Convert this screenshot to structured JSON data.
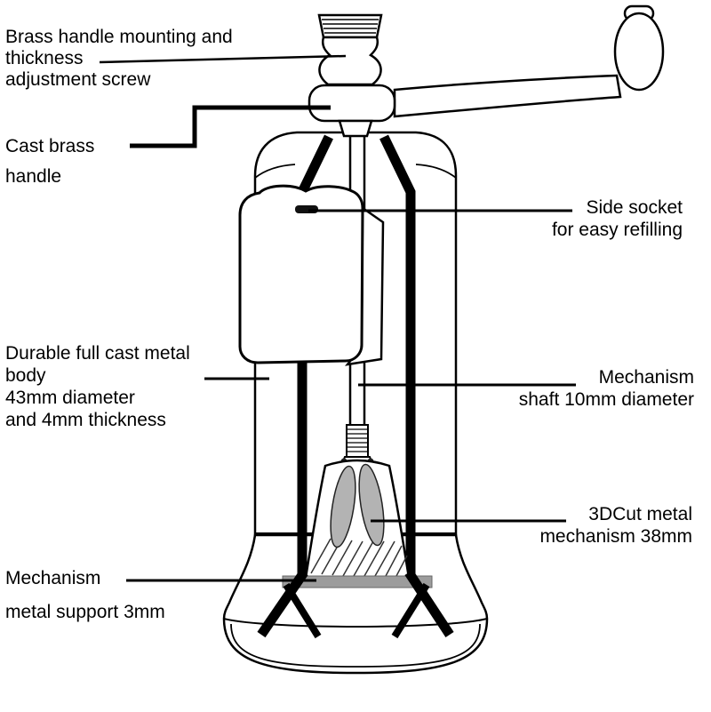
{
  "colors": {
    "ink": "#000000",
    "paper": "#ffffff",
    "burr": "#b3b3b3",
    "support": "#9c9c9c"
  },
  "labels": {
    "adjustment_screw": {
      "lines": [
        "Brass handle mounting and",
        "thickness",
        "adjustment screw"
      ]
    },
    "cast_handle": {
      "lines": [
        "Cast brass",
        "handle"
      ]
    },
    "side_socket": {
      "lines": [
        "Side socket",
        "for easy refilling"
      ]
    },
    "metal_body": {
      "lines": [
        "Durable full cast metal",
        "body",
        "43mm diameter",
        "and 4mm thickness"
      ]
    },
    "shaft": {
      "lines": [
        "Mechanism",
        "shaft 10mm diameter"
      ]
    },
    "mechanism": {
      "lines": [
        "3DCut metal",
        "mechanism 38mm"
      ]
    },
    "support": {
      "lines": [
        "Mechanism",
        "metal support 3mm"
      ]
    }
  }
}
